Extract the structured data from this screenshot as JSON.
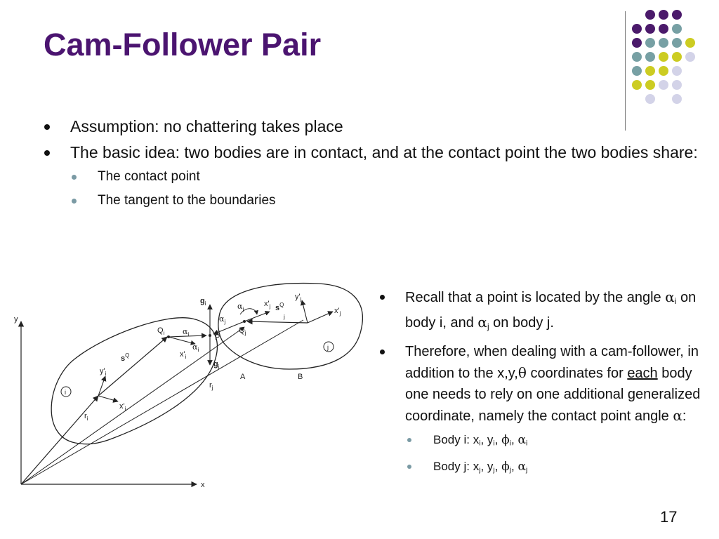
{
  "title": "Cam-Follower Pair",
  "bullets": {
    "assumption": "Assumption: no chattering takes place",
    "basic_idea": "The basic idea: two bodies are in contact, and at the contact point the two bodies share:",
    "sub1": "The contact point",
    "sub2": "The tangent to the boundaries"
  },
  "right": {
    "p1_a": "Recall that a point is located by the angle ",
    "p1_alpha": "α",
    "p1_i": "i",
    "p1_b": " on body i, and ",
    "p1_alpha2": "α",
    "p1_j": "j",
    "p1_c": " on body j.",
    "p2_a": "Therefore, when dealing with a cam-follower, in addition to the x,y,",
    "p2_theta": "θ",
    "p2_b": " coordinates for ",
    "p2_each": "each",
    "p2_c": " body one needs to rely on one additional generalized coordinate, namely the contact point angle ",
    "p2_alpha": "α",
    "p2_d": ":",
    "body_i_label": "Body i:  ",
    "body_j_label": "Body j:  ",
    "x": "x",
    "y": "y",
    "phi": "ϕ",
    "alpha": "α",
    "i": "i",
    "j": "j",
    "sep": ", "
  },
  "diagram": {
    "y_axis": "y",
    "x_axis": "x",
    "body_i": "i",
    "body_j": "j",
    "Qi": "Q",
    "Qj": "Q",
    "P": "P",
    "A": "A",
    "B": "B",
    "gi": "g",
    "gj": "g",
    "ri": "r",
    "rj": "r",
    "alpha_i": "α",
    "alpha_j": "α",
    "si": "s",
    "sj": "s",
    "xi_prime": "x'",
    "yi_prime": "y'",
    "xj_prime": "x'",
    "yj_prime": "y'",
    "sub_i": "i",
    "sub_j": "j",
    "sup_Q": "Q"
  },
  "slide_number": "17",
  "colors": {
    "title": "#4b1470",
    "dot_purple": "#4b1a6b",
    "dot_teal": "#77a0a4",
    "dot_yellow": "#cccc22",
    "dot_lavender": "#d3d3e8"
  }
}
